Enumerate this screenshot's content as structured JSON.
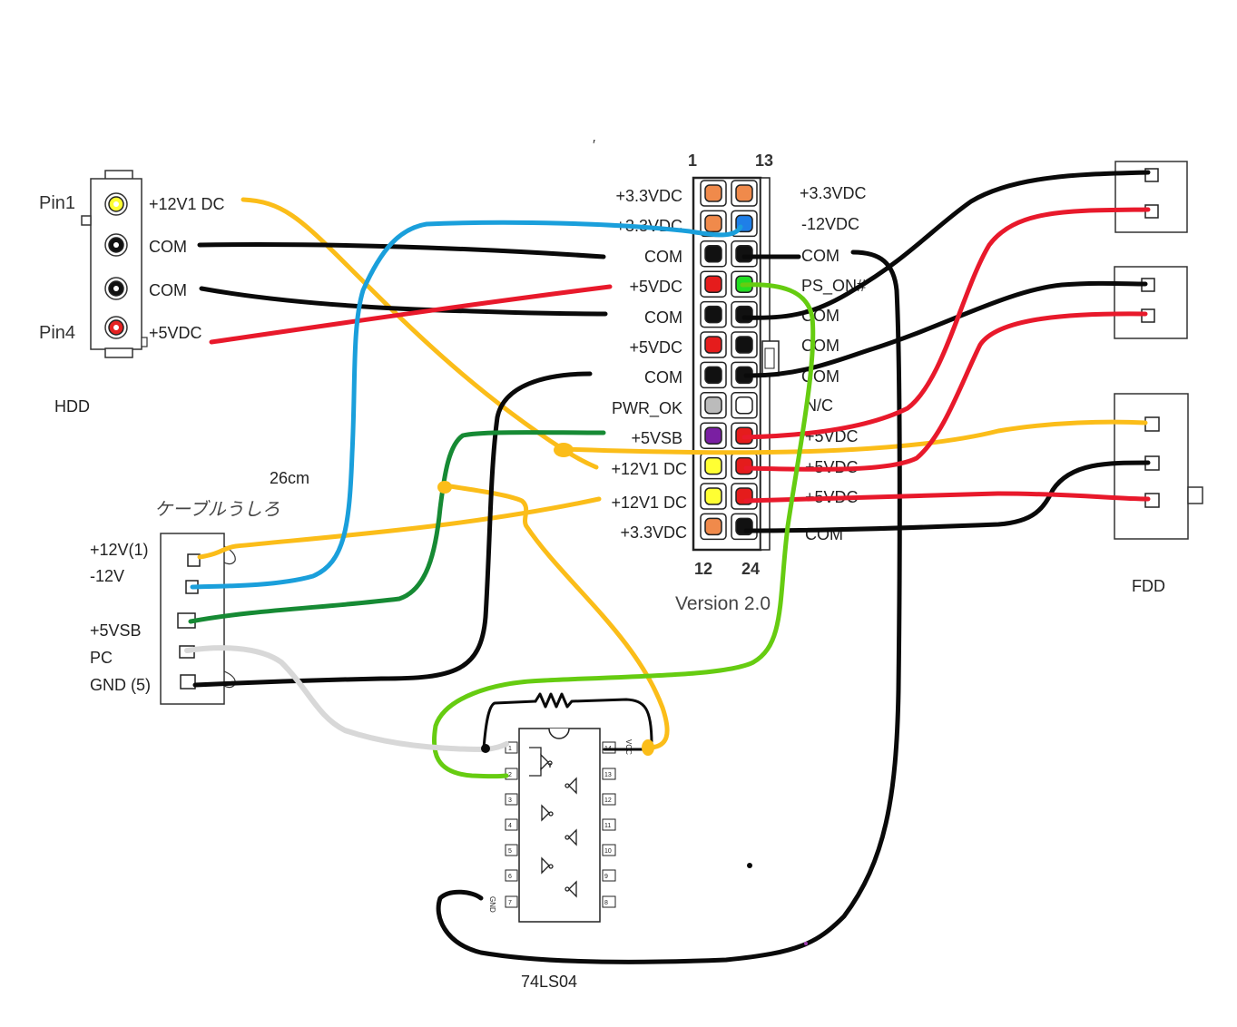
{
  "hdd": {
    "title": "HDD",
    "pin1_label": "Pin1",
    "pin4_label": "Pin4",
    "pins": [
      {
        "label": "+12V1 DC",
        "color": "#ffff33"
      },
      {
        "label": "COM",
        "color": "#111111"
      },
      {
        "label": "COM",
        "color": "#111111"
      },
      {
        "label": "+5VDC",
        "color": "#e52222"
      }
    ]
  },
  "atx": {
    "col_left_top": "1",
    "col_right_top": "13",
    "col_left_bottom": "12",
    "col_right_bottom": "24",
    "version": "Version 2.0",
    "left_pins": [
      {
        "label": "+3.3VDC",
        "color": "#f08a4b"
      },
      {
        "label": "+3.3VDC",
        "color": "#f08a4b"
      },
      {
        "label": "COM",
        "color": "#111111"
      },
      {
        "label": "+5VDC",
        "color": "#e51c1c"
      },
      {
        "label": "COM",
        "color": "#111111"
      },
      {
        "label": "+5VDC",
        "color": "#e51c1c"
      },
      {
        "label": "COM",
        "color": "#111111"
      },
      {
        "label": "PWR_OK",
        "color": "#bbbbbb"
      },
      {
        "label": "+5VSB",
        "color": "#7a1fa2"
      },
      {
        "label": "+12V1 DC",
        "color": "#ffff33"
      },
      {
        "label": "+12V1 DC",
        "color": "#ffff33"
      },
      {
        "label": "+3.3VDC",
        "color": "#f08a4b"
      }
    ],
    "right_pins": [
      {
        "label": "+3.3VDC",
        "color": "#f08a4b"
      },
      {
        "label": "-12VDC",
        "color": "#1f7fe8"
      },
      {
        "label": "COM",
        "color": "#111111"
      },
      {
        "label": "PS_ON#",
        "color": "#22dd22"
      },
      {
        "label": "COM",
        "color": "#111111"
      },
      {
        "label": "COM",
        "color": "#111111"
      },
      {
        "label": "COM",
        "color": "#111111"
      },
      {
        "label": "N/C",
        "color": "#ffffff"
      },
      {
        "label": "+5VDC",
        "color": "#e51c1c"
      },
      {
        "label": "+5VDC",
        "color": "#e51c1c"
      },
      {
        "label": "+5VDC",
        "color": "#e51c1c"
      },
      {
        "label": "COM",
        "color": "#111111"
      }
    ]
  },
  "cable": {
    "handwritten_note": "ケーブルうしろ",
    "length_label": "26cm",
    "pins": [
      "+12V(1)",
      "-12V",
      "+5VSB",
      "PC",
      "GND (5)"
    ]
  },
  "fdd": {
    "title": "FDD"
  },
  "ic": {
    "title": "74LS04",
    "left_pins": [
      "1",
      "2",
      "3",
      "4",
      "5",
      "6",
      "7"
    ],
    "right_pins": [
      "14",
      "13",
      "12",
      "11",
      "10",
      "9",
      "8"
    ],
    "vcc_label": "VCC",
    "gnd_label": "GND"
  },
  "wire_colors": {
    "yellow": "#fbbd19",
    "black": "#0a0a0a",
    "red": "#e8192b",
    "blue": "#1a9fdb",
    "green": "#168a34",
    "lime": "#66cc11",
    "white": "#d8d8d8"
  }
}
